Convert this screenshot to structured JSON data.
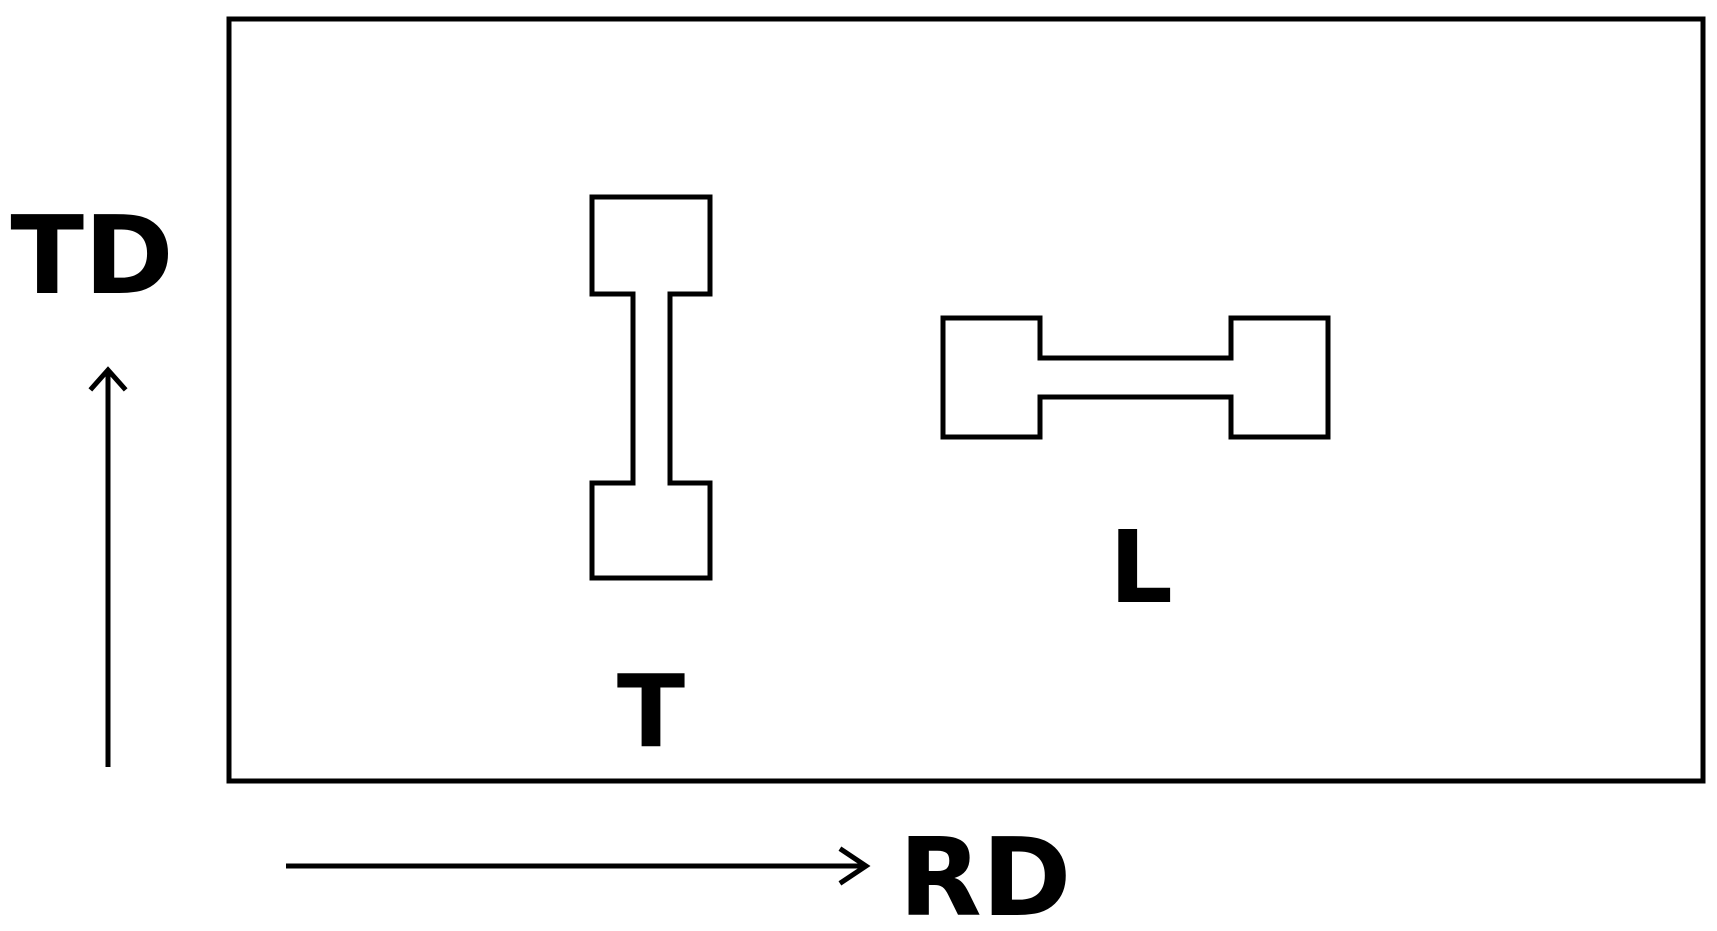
{
  "labels": {
    "td": "TD",
    "rd": "RD",
    "specimen_t": "T",
    "specimen_l": "L"
  },
  "colors": {
    "stroke": "#000000",
    "background": "#ffffff"
  }
}
